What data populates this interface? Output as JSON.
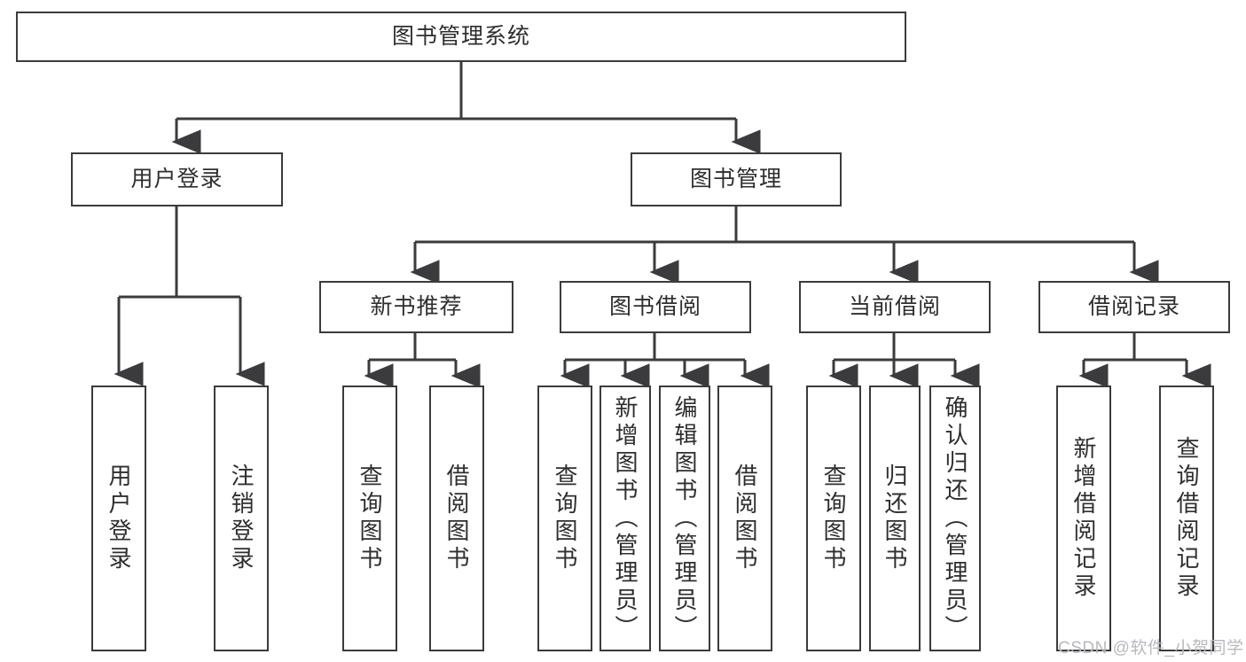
{
  "diagram": {
    "title": "图书管理系统",
    "type": "tree-hierarchy-chart",
    "stroke_color": "#3b3b3e",
    "text_color": "#2e2e30",
    "background_color": "#ffffff",
    "watermark": "CSDN @软件_小贺同学"
  },
  "nodes": {
    "root": {
      "label": "图书管理系统"
    },
    "level2": {
      "user_login": {
        "label": "用户登录"
      },
      "book_manage": {
        "label": "图书管理"
      }
    },
    "level3": {
      "new_book_rec": {
        "label": "新书推荐"
      },
      "book_borrow": {
        "label": "图书借阅"
      },
      "current_borrow": {
        "label": "当前借阅"
      },
      "borrow_record": {
        "label": "借阅记录"
      }
    },
    "leaves": {
      "user_login_children": [
        {
          "label": "用户登录"
        },
        {
          "label": "注销登录"
        }
      ],
      "new_book_rec_children": [
        {
          "label": "查询图书"
        },
        {
          "label": "借阅图书"
        }
      ],
      "book_borrow_children": [
        {
          "label": "查询图书"
        },
        {
          "label": "新增图书（管理员）"
        },
        {
          "label": "编辑图书（管理员）"
        },
        {
          "label": "借阅图书"
        }
      ],
      "current_borrow_children": [
        {
          "label": "查询图书"
        },
        {
          "label": "归还图书"
        },
        {
          "label": "确认归还（管理员）"
        }
      ],
      "borrow_record_children": [
        {
          "label": "新增借阅记录"
        },
        {
          "label": "查询借阅记录"
        }
      ]
    }
  },
  "chart_data": {
    "type": "table",
    "title": "图书管理系统",
    "tree": {
      "name": "图书管理系统",
      "children": [
        {
          "name": "用户登录",
          "children": [
            {
              "name": "用户登录"
            },
            {
              "name": "注销登录"
            }
          ]
        },
        {
          "name": "图书管理",
          "children": [
            {
              "name": "新书推荐",
              "children": [
                {
                  "name": "查询图书"
                },
                {
                  "name": "借阅图书"
                }
              ]
            },
            {
              "name": "图书借阅",
              "children": [
                {
                  "name": "查询图书"
                },
                {
                  "name": "新增图书（管理员）"
                },
                {
                  "name": "编辑图书（管理员）"
                },
                {
                  "name": "借阅图书"
                }
              ]
            },
            {
              "name": "当前借阅",
              "children": [
                {
                  "name": "查询图书"
                },
                {
                  "name": "归还图书"
                },
                {
                  "name": "确认归还（管理员）"
                }
              ]
            },
            {
              "name": "借阅记录",
              "children": [
                {
                  "name": "新增借阅记录"
                },
                {
                  "name": "查询借阅记录"
                }
              ]
            }
          ]
        }
      ]
    }
  }
}
